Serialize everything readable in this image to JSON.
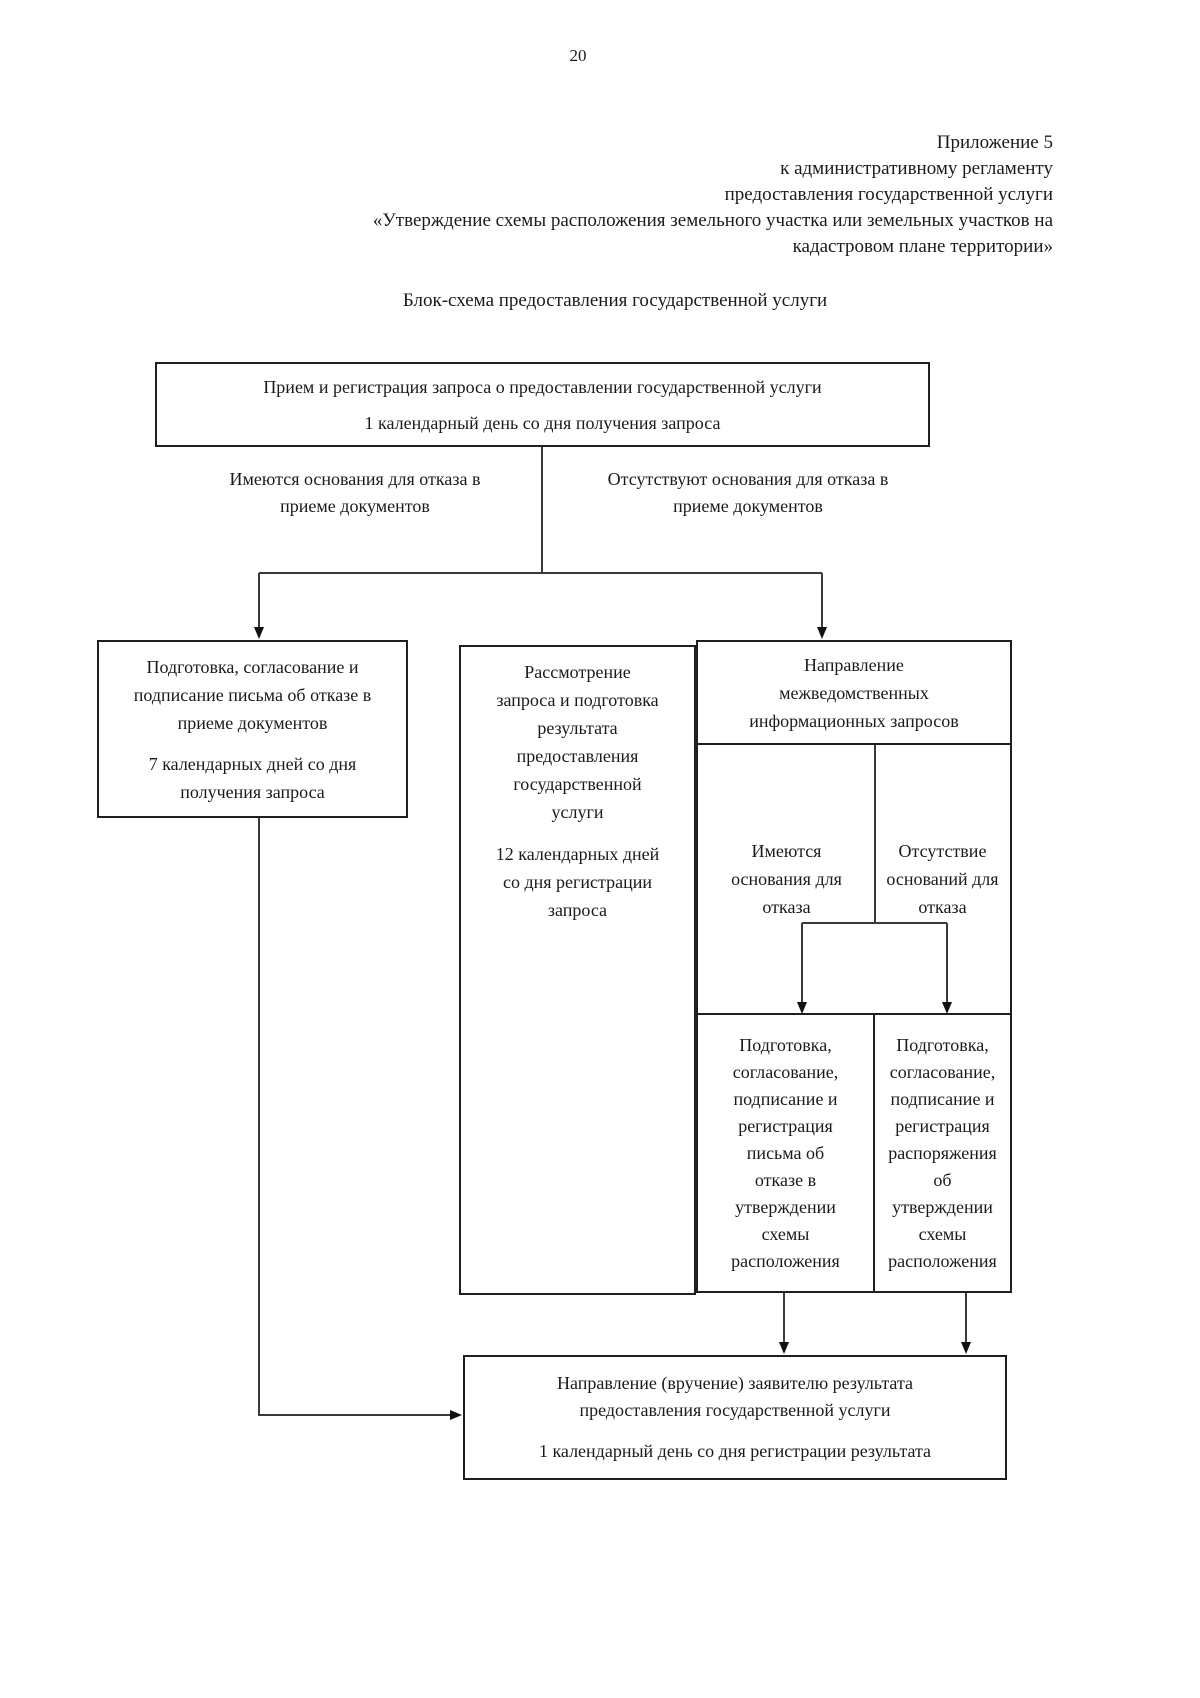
{
  "page_number": "20",
  "header": {
    "lines": [
      "Приложение 5",
      "к административному регламенту",
      "предоставления государственной услуги",
      "«Утверждение схемы расположения земельного участка или земельных участков на",
      "кадастровом плане территории»"
    ]
  },
  "title": "Блок-схема предоставления государственной услуги",
  "flowchart": {
    "intake": {
      "title": "Прием и регистрация запроса о предоставлении государственной услуги",
      "duration": "1 календарный день со дня получения запроса"
    },
    "branch": {
      "left": [
        "Имеются основания для отказа в",
        "приеме документов"
      ],
      "right": [
        "Отсутствуют основания для отказа в",
        "приеме документов"
      ]
    },
    "reject_letter": {
      "title": [
        "Подготовка, согласование и",
        "подписание письма об отказе в",
        "приеме документов"
      ],
      "duration": [
        "7 календарных дней со дня",
        "получения запроса"
      ]
    },
    "review": {
      "title": [
        "Рассмотрение",
        "запроса и подготовка",
        "результата",
        "предоставления",
        "государственной",
        "услуги"
      ],
      "duration": [
        "12 календарных дней",
        "со дня регистрации",
        "запроса"
      ]
    },
    "interagency": {
      "title": [
        "Направление",
        "межведомственных",
        "информационных запросов"
      ],
      "grounds_exist": [
        "Имеются",
        "основания для",
        "отказа"
      ],
      "grounds_absent": [
        "Отсутствие",
        "оснований для",
        "отказа"
      ],
      "refusal_outcome": [
        "Подготовка,",
        "согласование,",
        "подписание и",
        "регистрация",
        "письма об",
        "отказе в",
        "утверждении",
        "схемы",
        "расположения"
      ],
      "approval_outcome": [
        "Подготовка,",
        "согласование,",
        "подписание и",
        "регистрация",
        "распоряжения",
        "об",
        "утверждении",
        "схемы",
        "расположения"
      ]
    },
    "result": {
      "title": [
        "Направление (вручение) заявителю результата",
        "предоставления государственной услуги"
      ],
      "duration": "1 календарный день со дня регистрации результата"
    }
  },
  "colors": {
    "text": "#1a1a1a",
    "border": "#1f1f1f",
    "line": "#3a3a3a"
  }
}
